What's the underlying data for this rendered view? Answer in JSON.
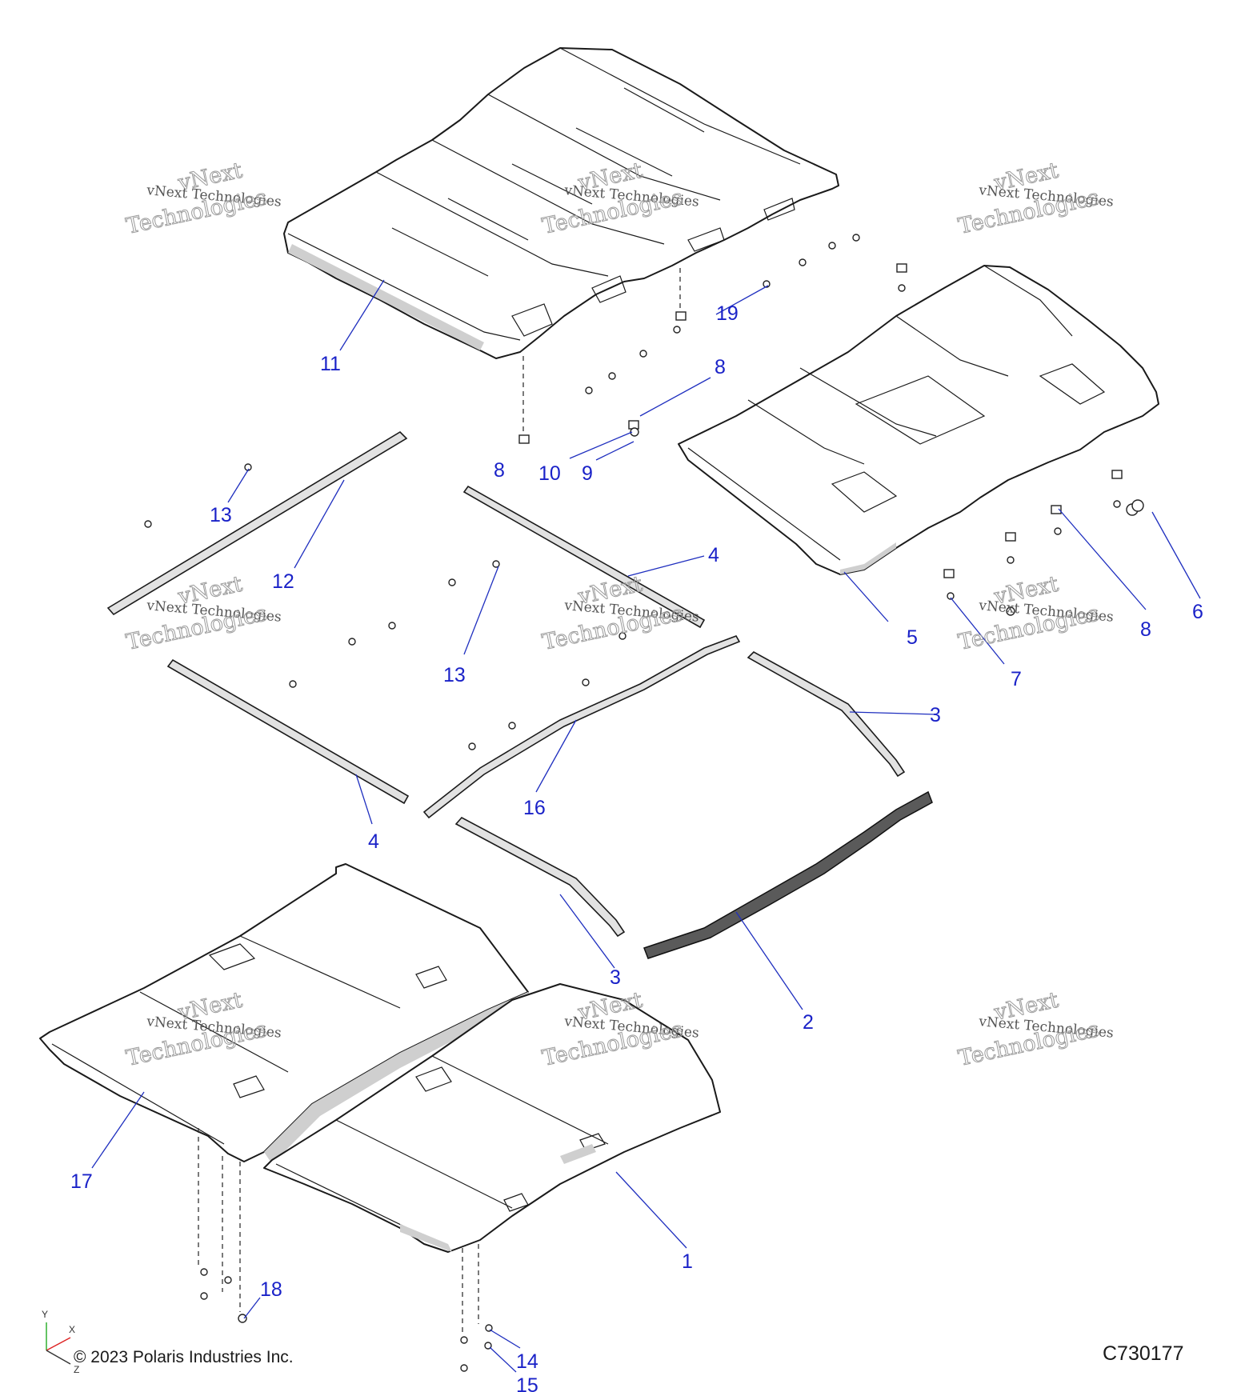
{
  "watermark": {
    "line1": "vNext Technologies",
    "line2": "Technologies",
    "line3": "vNext"
  },
  "callouts": {
    "c1": "1",
    "c2": "2",
    "c3a": "3",
    "c3b": "3",
    "c4a": "4",
    "c4b": "4",
    "c5": "5",
    "c6": "6",
    "c7": "7",
    "c8a": "8",
    "c8b": "8",
    "c8c": "8",
    "c9": "9",
    "c10": "10",
    "c11": "11",
    "c12": "12",
    "c13a": "13",
    "c13b": "13",
    "c14": "14",
    "c15": "15",
    "c16": "16",
    "c17": "17",
    "c18": "18",
    "c19": "19"
  },
  "footer": {
    "copyright": "© 2023 Polaris Industries Inc.",
    "drawing_code": "C730177"
  },
  "axes": {
    "x": "X",
    "y": "Y",
    "z": "Z"
  }
}
